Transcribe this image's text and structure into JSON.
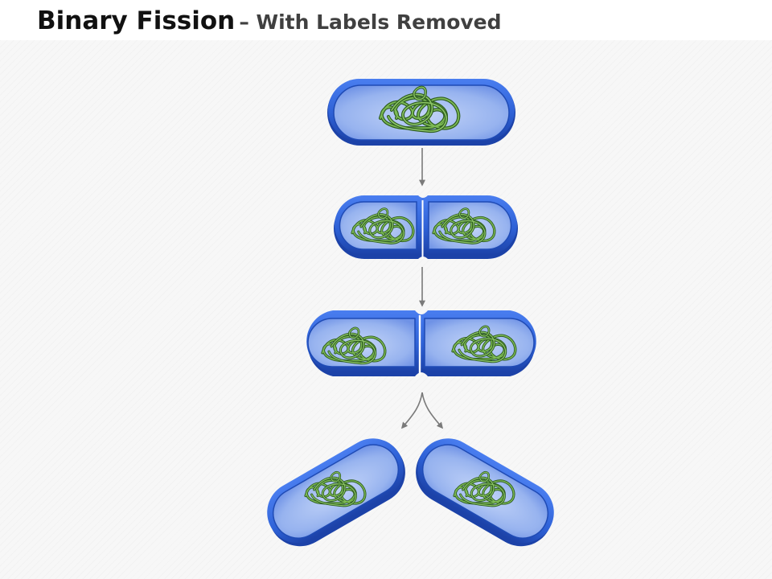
{
  "slide": {
    "title_main": "Binary Fission",
    "title_sub": "– With Labels Removed"
  },
  "palette": {
    "cell_inner_light": "#b7ccf7",
    "cell_inner_dark": "#6f92e6",
    "cell_rim": "#2e61d6",
    "cell_rim_dark": "#1c42a8",
    "dna_green": "#5c9a3a",
    "dna_dark": "#2f5e20",
    "arrow": "#7a7a7a"
  },
  "icons": {
    "cell": "bacterium-capsule",
    "dna": "tangled-chromosome",
    "arrow": "down-arrow",
    "split": "diverging-arrows"
  },
  "stages": [
    {
      "name": "single-cell"
    },
    {
      "name": "replicated-dna-cell"
    },
    {
      "name": "constricting-cell"
    },
    {
      "name": "daughter-cells"
    }
  ]
}
